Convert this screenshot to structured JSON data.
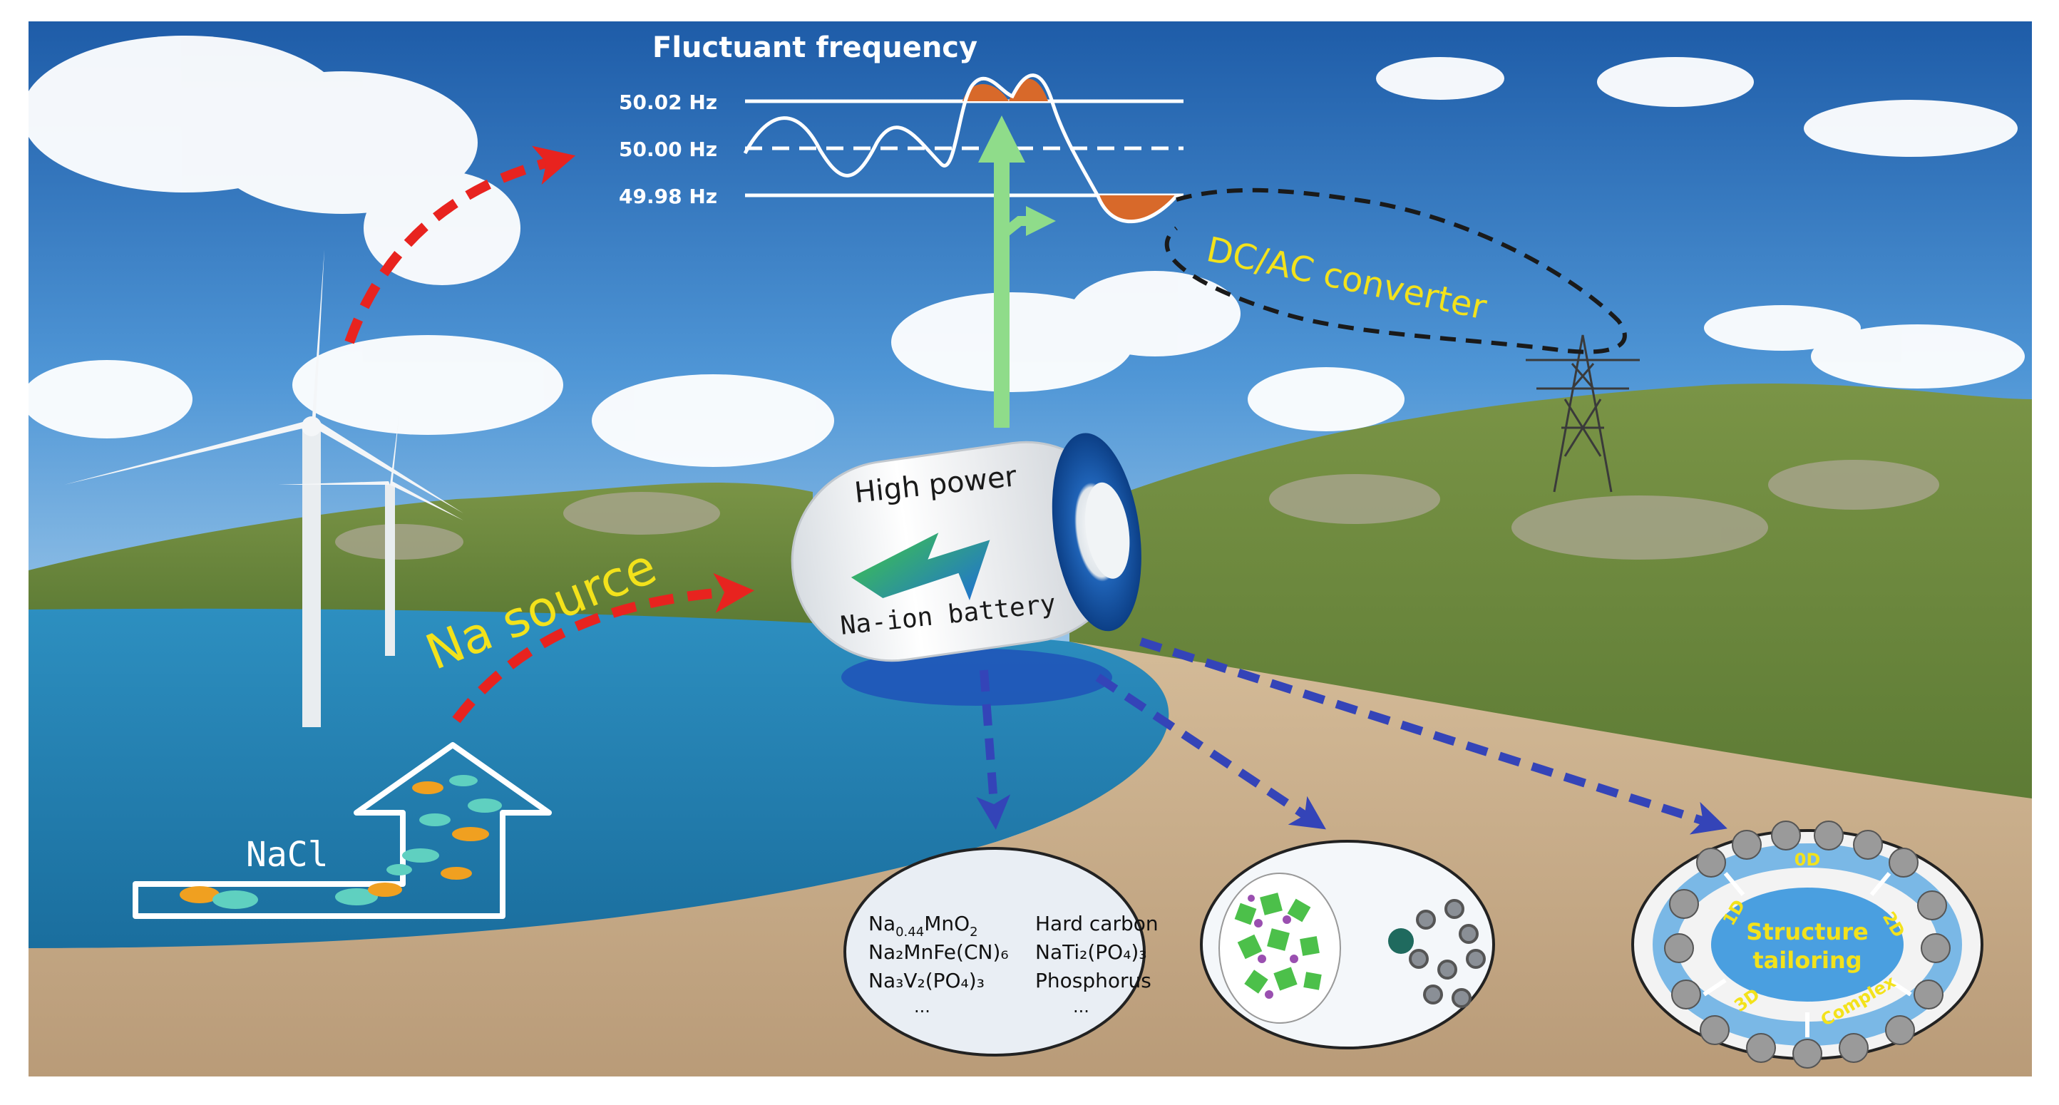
{
  "frequency_panel": {
    "title": "Fluctuant frequency",
    "upper_limit": "50.02 Hz",
    "nominal": "50.00 Hz",
    "lower_limit": "49.98 Hz"
  },
  "labels": {
    "converter": "DC/AC converter",
    "na_source": "Na source",
    "nacl": "NaCl"
  },
  "battery": {
    "top_text": "High power",
    "bottom_text": "Na-ion battery"
  },
  "materials_circle": {
    "cathode_1": {
      "base": "Na",
      "sub": "0.44",
      "rest": "MnO",
      "sub2": "2"
    },
    "cathode_2": "Na₂MnFe(CN)₆",
    "cathode_3": "Na₃V₂(PO₄)₃",
    "cathode_more": "...",
    "anode_1": "Hard carbon",
    "anode_2": "NaTi₂(PO₄)₃",
    "anode_3": "Phosphorus",
    "anode_more": "..."
  },
  "structure_circle": {
    "center_line1": "Structure",
    "center_line2": "tailoring",
    "seg_0d": "0D",
    "seg_1d": "1D",
    "seg_2d": "2D",
    "seg_3d": "3D",
    "seg_complex": "Complex"
  },
  "colors": {
    "sky_top": "#2f6fb8",
    "sea": "#2f8fc4",
    "sand": "#c9ae8c",
    "hill": "#6f8a3e",
    "red_arrow": "#e8231f",
    "green_arrow": "#8fdc8a",
    "blue_arrow": "#3444b8",
    "orange_peak": "#d8692a",
    "label_yellow": "#f3e21b"
  }
}
